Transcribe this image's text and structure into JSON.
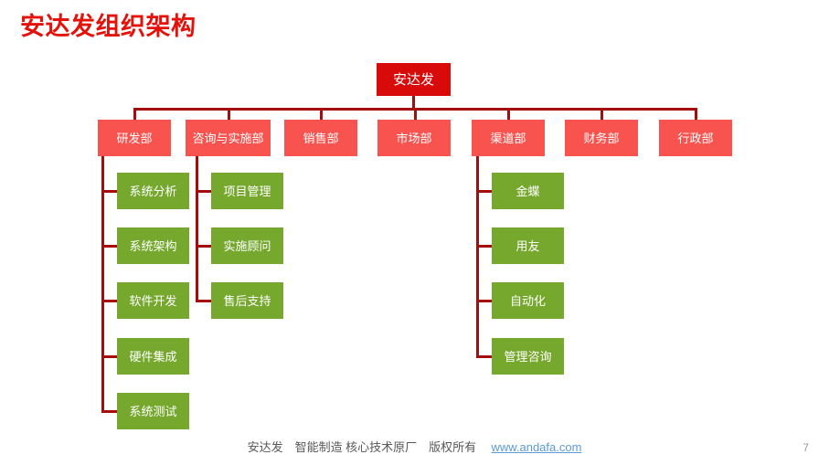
{
  "slide": {
    "title": "安达发组织架构",
    "page_number": "7",
    "colors": {
      "title_red": "#e3120b",
      "root_red": "#d80a0a",
      "dept_red": "#f9534f",
      "leaf_green": "#76a82e",
      "connector_red": "#a50d0d",
      "link_blue": "#5b9bd5",
      "footer_gray": "#595959"
    }
  },
  "footer": {
    "text": "安达发　智能制造 核心技术原厂　版权所有",
    "link": "www.andafa.com"
  },
  "org_chart": {
    "root": {
      "label": "安达发"
    },
    "departments": [
      {
        "label": "研发部",
        "children": [
          "系统分析",
          "系统架构",
          "软件开发",
          "硬件集成",
          "系统测试"
        ]
      },
      {
        "label": "咨询与实施部",
        "children": [
          "项目管理",
          "实施顾问",
          "售后支持"
        ]
      },
      {
        "label": "销售部",
        "children": []
      },
      {
        "label": "市场部",
        "children": []
      },
      {
        "label": "渠道部",
        "children": [
          "金蝶",
          "用友",
          "自动化",
          "管理咨询"
        ]
      },
      {
        "label": "财务部",
        "children": []
      },
      {
        "label": "行政部",
        "children": []
      }
    ]
  }
}
